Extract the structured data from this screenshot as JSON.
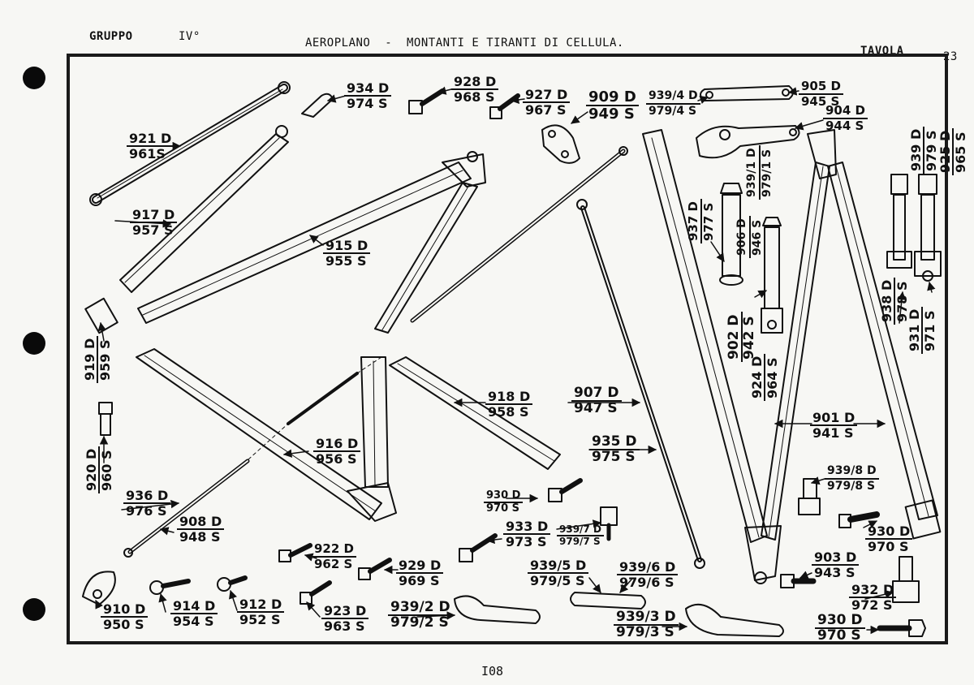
{
  "header": {
    "group_label": "GRUPPO",
    "group_number": "IV°",
    "title": "AEROPLANO  -  MONTANTI E TIRANTI DI CELLULA.",
    "table_label": "TAVOLA",
    "table_number": "23"
  },
  "footer": {
    "page_number": "I08"
  },
  "parts": [
    {
      "id": "921",
      "d": "921 D",
      "s": "961S"
    },
    {
      "id": "934",
      "d": "934 D",
      "s": "974 S"
    },
    {
      "id": "928",
      "d": "928 D",
      "s": "968 S"
    },
    {
      "id": "927",
      "d": "927 D",
      "s": "967 S"
    },
    {
      "id": "909",
      "d": "909 D",
      "s": "949 S"
    },
    {
      "id": "939-4",
      "d": "939/4 D",
      "s": "979/4 S"
    },
    {
      "id": "905",
      "d": "905 D",
      "s": "945 S"
    },
    {
      "id": "904",
      "d": "904 D",
      "s": "944 S"
    },
    {
      "id": "917",
      "d": "917 D",
      "s": "957 S"
    },
    {
      "id": "915",
      "d": "915 D",
      "s": "955 S"
    },
    {
      "id": "919",
      "d": "919 D",
      "s": "959 S"
    },
    {
      "id": "939-1",
      "d": "939/1 D",
      "s": "979/1 S"
    },
    {
      "id": "937",
      "d": "937 D",
      "s": "977 S"
    },
    {
      "id": "906",
      "d": "906 D",
      "s": "946 S"
    },
    {
      "id": "939",
      "d": "939 D",
      "s": "979 S"
    },
    {
      "id": "925",
      "d": "925 D",
      "s": "965 S"
    },
    {
      "id": "938",
      "d": "938 D",
      "s": "978 S"
    },
    {
      "id": "931",
      "d": "931 D",
      "s": "971 S"
    },
    {
      "id": "902",
      "d": "902 D",
      "s": "942 S"
    },
    {
      "id": "924",
      "d": "924 D",
      "s": "964 S"
    },
    {
      "id": "907",
      "d": "907 D",
      "s": "947 S"
    },
    {
      "id": "918",
      "d": "918 D",
      "s": "958 S"
    },
    {
      "id": "901",
      "d": "901 D",
      "s": "941 S"
    },
    {
      "id": "920",
      "d": "920 D",
      "s": "960 S"
    },
    {
      "id": "916",
      "d": "916 D",
      "s": "956 S"
    },
    {
      "id": "935",
      "d": "935 D",
      "s": "975 S"
    },
    {
      "id": "939-8",
      "d": "939/8 D",
      "s": "979/8 S"
    },
    {
      "id": "936",
      "d": "936 D",
      "s": "976 S"
    },
    {
      "id": "930a",
      "d": "930 D",
      "s": "970 S"
    },
    {
      "id": "908",
      "d": "908 D",
      "s": "948 S"
    },
    {
      "id": "933",
      "d": "933 D",
      "s": "973 S"
    },
    {
      "id": "939-7",
      "d": "939/7 D",
      "s": "979/7 S"
    },
    {
      "id": "930b",
      "d": "930 D",
      "s": "970 S"
    },
    {
      "id": "922",
      "d": "922 D",
      "s": "962 S"
    },
    {
      "id": "929",
      "d": "929 D",
      "s": "969 S"
    },
    {
      "id": "939-5",
      "d": "939/5 D",
      "s": "979/5 S"
    },
    {
      "id": "939-6",
      "d": "939/6 D",
      "s": "979/6 S"
    },
    {
      "id": "903",
      "d": "903 D",
      "s": "943 S"
    },
    {
      "id": "932",
      "d": "932 D",
      "s": "972 S"
    },
    {
      "id": "910",
      "d": "910 D",
      "s": "950 S"
    },
    {
      "id": "914",
      "d": "914 D",
      "s": "954 S"
    },
    {
      "id": "912",
      "d": "912 D",
      "s": "952 S"
    },
    {
      "id": "923",
      "d": "923 D",
      "s": "963 S"
    },
    {
      "id": "939-2",
      "d": "939/2 D",
      "s": "979/2 S"
    },
    {
      "id": "939-3",
      "d": "939/3 D",
      "s": "979/3 S"
    },
    {
      "id": "930c",
      "d": "930 D",
      "s": "970 S"
    }
  ]
}
